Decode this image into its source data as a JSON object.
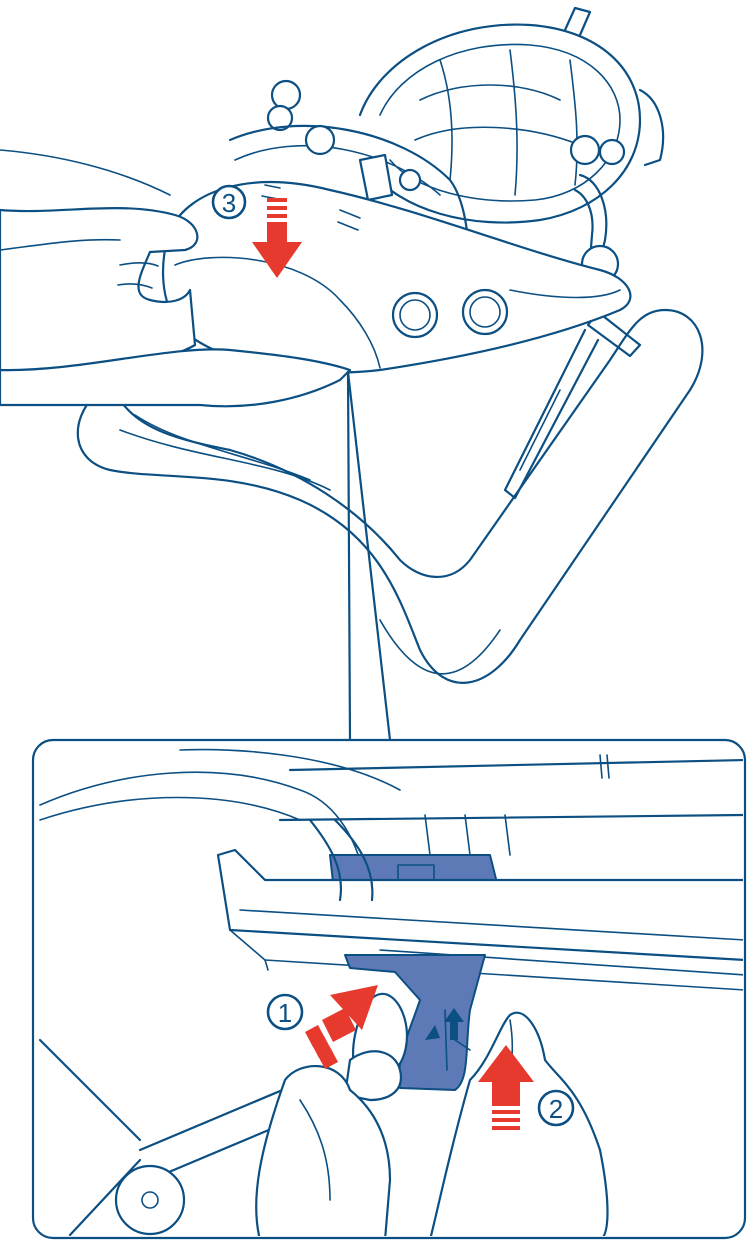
{
  "figure": {
    "steps": [
      {
        "label": "3"
      },
      {
        "label": "1"
      },
      {
        "label": "2"
      }
    ],
    "colors": {
      "outline": "#0b4f83",
      "latch": "#5d7ab7",
      "arrow": "#e63a2e"
    },
    "icons": {
      "press_arrow": "red-arrow-icon",
      "latch_arrows": "small-up-arrow-icon"
    }
  }
}
